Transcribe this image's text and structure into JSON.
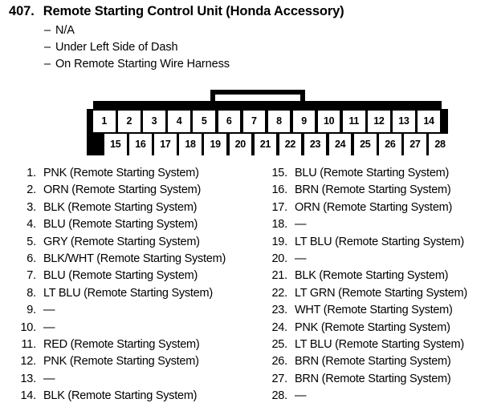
{
  "header": {
    "number": "407.",
    "title": "Remote Starting Control Unit (Honda Accessory)",
    "notes": [
      "N/A",
      "Under Left Side of Dash",
      "On Remote Starting Wire Harness"
    ],
    "dash": "–"
  },
  "connector": {
    "name": "28-pin-connector",
    "top_row_pins": [
      "1",
      "2",
      "3",
      "4",
      "5",
      "6",
      "7",
      "8",
      "9",
      "10",
      "11",
      "12",
      "13",
      "14"
    ],
    "bottom_row_pins": [
      "15",
      "16",
      "17",
      "18",
      "19",
      "20",
      "21",
      "22",
      "23",
      "24",
      "25",
      "26",
      "27",
      "28"
    ],
    "outline_color": "#000000",
    "cavity_color": "#ffffff"
  },
  "pin_list": {
    "left_column": [
      {
        "num": "1.",
        "desc": "PNK (Remote Starting System)"
      },
      {
        "num": "2.",
        "desc": "ORN (Remote Starting System)"
      },
      {
        "num": "3.",
        "desc": "BLK (Remote Starting System)"
      },
      {
        "num": "4.",
        "desc": "BLU (Remote Starting System)"
      },
      {
        "num": "5.",
        "desc": "GRY (Remote Starting System)"
      },
      {
        "num": "6.",
        "desc": "BLK/WHT (Remote Starting System)"
      },
      {
        "num": "7.",
        "desc": "BLU (Remote Starting System)"
      },
      {
        "num": "8.",
        "desc": "LT BLU (Remote Starting System)"
      },
      {
        "num": "9.",
        "desc": "—"
      },
      {
        "num": "10.",
        "desc": "—"
      },
      {
        "num": "11.",
        "desc": "RED (Remote Starting System)"
      },
      {
        "num": "12.",
        "desc": "PNK (Remote Starting System)"
      },
      {
        "num": "13.",
        "desc": "—"
      },
      {
        "num": "14.",
        "desc": "BLK (Remote Starting System)"
      }
    ],
    "right_column": [
      {
        "num": "15.",
        "desc": "BLU (Remote Starting System)"
      },
      {
        "num": "16.",
        "desc": "BRN (Remote Starting System)"
      },
      {
        "num": "17.",
        "desc": "ORN (Remote Starting System)"
      },
      {
        "num": "18.",
        "desc": "—"
      },
      {
        "num": "19.",
        "desc": "LT BLU (Remote Starting System)"
      },
      {
        "num": "20.",
        "desc": "—"
      },
      {
        "num": "21.",
        "desc": "BLK (Remote Starting System)"
      },
      {
        "num": "22.",
        "desc": "LT GRN (Remote Starting System)"
      },
      {
        "num": "23.",
        "desc": "WHT (Remote Starting System)"
      },
      {
        "num": "24.",
        "desc": "PNK (Remote Starting System)"
      },
      {
        "num": "25.",
        "desc": "LT BLU (Remote Starting System)"
      },
      {
        "num": "26.",
        "desc": "BRN (Remote Starting System)"
      },
      {
        "num": "27.",
        "desc": "BRN (Remote Starting System)"
      },
      {
        "num": "28.",
        "desc": "—"
      }
    ]
  }
}
